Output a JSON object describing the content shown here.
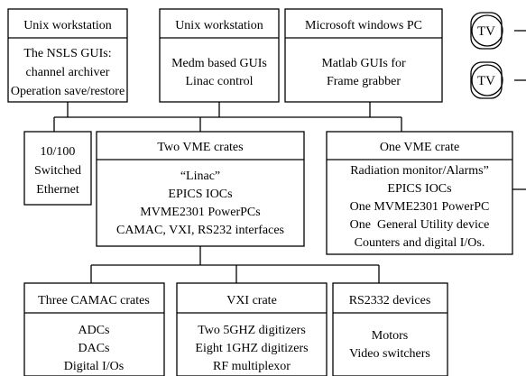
{
  "boxes": [
    {
      "id": "unix1",
      "title": "Unix workstation",
      "lines": [
        "The NSLS GUIs:",
        "channel archiver",
        "Operation save/restore"
      ]
    },
    {
      "id": "unix2",
      "title": "Unix workstation",
      "lines": [
        "Medm based GUIs",
        "Linac control"
      ]
    },
    {
      "id": "winpc",
      "title": "Microsoft windows PC",
      "lines": [
        "Matlab GUIs for",
        "Frame grabber"
      ]
    },
    {
      "id": "ethernet",
      "title": "",
      "lines": [
        "10/100",
        "Switched",
        "Ethernet"
      ]
    },
    {
      "id": "twovme",
      "title": "Two VME crates",
      "lines": [
        "“Linac”",
        "EPICS IOCs",
        "MVME2301 PowerPCs",
        "CAMAC, VXI, RS232 interfaces"
      ]
    },
    {
      "id": "onevme",
      "title": "One VME crate",
      "lines": [
        "Radiation monitor/Alarms”",
        "EPICS IOCs",
        "One MVME2301 PowerPC",
        "One  General Utility device",
        "Counters and digital I/Os."
      ]
    },
    {
      "id": "camac",
      "title": "Three CAMAC crates",
      "lines": [
        "ADCs",
        "DACs",
        "Digital I/Os"
      ]
    },
    {
      "id": "vxi",
      "title": "VXI crate",
      "lines": [
        "Two 5GHZ digitizers",
        "Eight 1GHZ digitizers",
        "RF multiplexor"
      ]
    },
    {
      "id": "rs232",
      "title": "RS2332 devices",
      "lines": [
        "Motors",
        "Video switchers"
      ]
    }
  ],
  "tv_monitors": [
    {
      "id": "tv1",
      "label": "TV"
    },
    {
      "id": "tv2",
      "label": "TV"
    }
  ]
}
